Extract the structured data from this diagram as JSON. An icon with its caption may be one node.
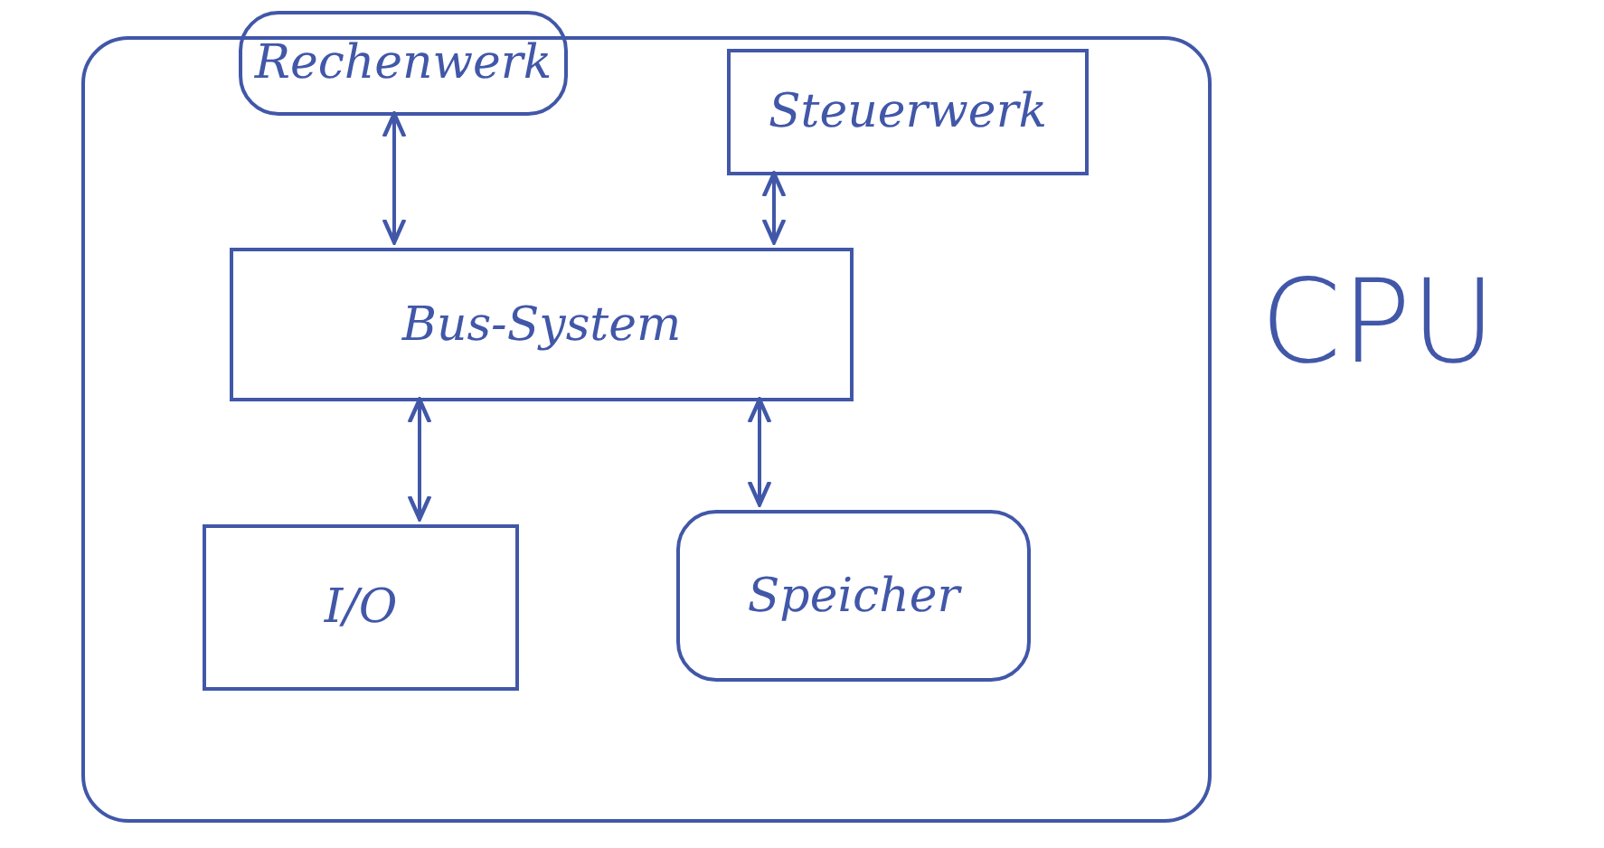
{
  "diagram": {
    "nodes": [
      {
        "text": [
          "CPU"
        ]
      },
      {
        "text": [
          "Rechenwerk"
        ],
        "in": 0
      },
      {
        "text": [
          "Steuerwerk"
        ],
        "in": 0
      },
      {
        "text": [
          "Bus-System"
        ],
        "in": 0
      },
      {
        "text": [
          "I/O"
        ],
        "in": 0
      },
      {
        "text": [
          "Speicher"
        ],
        "in": 0
      }
    ],
    "edges": [
      {
        "from": 1,
        "to": 3,
        "arrow": "both"
      },
      {
        "from": 2,
        "to": 3,
        "arrow": "both"
      },
      {
        "from": 3,
        "to": 4,
        "arrow": "both"
      },
      {
        "from": 3,
        "to": 5,
        "arrow": "both"
      }
    ]
  }
}
